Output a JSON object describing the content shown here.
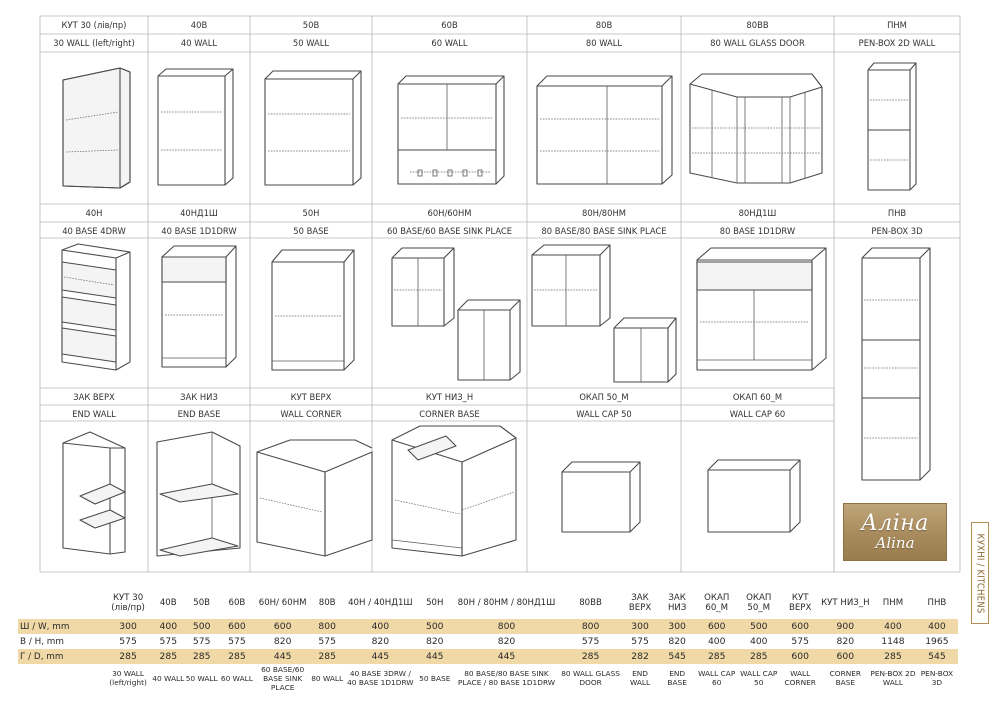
{
  "brand": {
    "line1": "Аліна",
    "line2": "Alina"
  },
  "side_tab": "КУХНІ / KITCHENS",
  "cells": [
    {
      "code": "КУТ 30 (лів/пр)",
      "name": "30 WALL (left/right)"
    },
    {
      "code": "40В",
      "name": "40 WALL"
    },
    {
      "code": "50В",
      "name": "50 WALL"
    },
    {
      "code": "60В",
      "name": "60 WALL"
    },
    {
      "code": "80В",
      "name": "80 WALL"
    },
    {
      "code": "80ВВ",
      "name": "80 WALL GLASS DOOR"
    },
    {
      "code": "ПНМ",
      "name": "PEN-BOX 2D WALL"
    },
    {
      "code": "40Н",
      "name": "40 BASE 4DRW"
    },
    {
      "code": "40НД1Ш",
      "name": "40 BASE 1D1DRW"
    },
    {
      "code": "50Н",
      "name": "50 BASE"
    },
    {
      "code": "60Н/60НМ",
      "name": "60 BASE/60 BASE SINK PLACE"
    },
    {
      "code": "80Н/80НМ",
      "name": "80 BASE/80 BASE SINK PLACE"
    },
    {
      "code": "80НД1Ш",
      "name": "80 BASE 1D1DRW"
    },
    {
      "code": "ПНВ",
      "name": "PEN-BOX 3D"
    },
    {
      "code": "ЗАК ВЕРХ",
      "name": "END WALL"
    },
    {
      "code": "ЗАК НИЗ",
      "name": "END BASE"
    },
    {
      "code": "КУТ ВЕРХ",
      "name": "WALL CORNER"
    },
    {
      "code": "КУТ НИЗ_Н",
      "name": "CORNER BASE"
    },
    {
      "code": "ОКАП 50_М",
      "name": "WALL CAP 50"
    },
    {
      "code": "ОКАП 60_М",
      "name": "WALL CAP 60"
    }
  ],
  "table": {
    "columns": [
      {
        "code": "КУТ 30 (лів/пр)",
        "w": "300",
        "h": "575",
        "d": "285",
        "name": "30 WALL (left/right)"
      },
      {
        "code": "40В",
        "w": "400",
        "h": "575",
        "d": "285",
        "name": "40 WALL"
      },
      {
        "code": "50В",
        "w": "500",
        "h": "575",
        "d": "285",
        "name": "50 WALL"
      },
      {
        "code": "60В",
        "w": "600",
        "h": "575",
        "d": "285",
        "name": "60 WALL"
      },
      {
        "code": "60Н/ 60НМ",
        "w": "600",
        "h": "820",
        "d": "445",
        "name": "60 BASE/60 BASE SINK PLACE"
      },
      {
        "code": "80В",
        "w": "800",
        "h": "575",
        "d": "285",
        "name": "80 WALL"
      },
      {
        "code": "40Н / 40НД1Ш",
        "w": "400",
        "h": "820",
        "d": "445",
        "name": "40 BASE 3DRW / 40 BASE 1D1DRW"
      },
      {
        "code": "50Н",
        "w": "500",
        "h": "820",
        "d": "445",
        "name": "50 BASE"
      },
      {
        "code": "80Н / 80НМ / 80НД1Ш",
        "w": "800",
        "h": "820",
        "d": "445",
        "name": "80 BASE/80 BASE SINK PLACE / 80 BASE 1D1DRW"
      },
      {
        "code": "80ВВ",
        "w": "800",
        "h": "575",
        "d": "285",
        "name": "80 WALL GLASS DOOR"
      },
      {
        "code": "ЗАК ВЕРХ",
        "w": "300",
        "h": "575",
        "d": "282",
        "name": "END WALL"
      },
      {
        "code": "ЗАК НИЗ",
        "w": "300",
        "h": "820",
        "d": "545",
        "name": "END BASE"
      },
      {
        "code": "ОКАП 60_М",
        "w": "600",
        "h": "400",
        "d": "285",
        "name": "WALL CAP 60"
      },
      {
        "code": "ОКАП 50_М",
        "w": "500",
        "h": "400",
        "d": "285",
        "name": "WALL CAP 50"
      },
      {
        "code": "КУТ ВЕРХ",
        "w": "600",
        "h": "575",
        "d": "600",
        "name": "WALL CORNER"
      },
      {
        "code": "КУТ НИЗ_Н",
        "w": "900",
        "h": "820",
        "d": "600",
        "name": "CORNER BASE"
      },
      {
        "code": "ПНМ",
        "w": "400",
        "h": "1148",
        "d": "285",
        "name": "PEN-BOX 2D WALL"
      },
      {
        "code": "ПНВ",
        "w": "400",
        "h": "1965",
        "d": "545",
        "name": "PEN-BOX 3D"
      }
    ],
    "row_labels": {
      "w": "Ш / W, mm",
      "h": "В / H, mm",
      "d": "Г / D, mm"
    }
  }
}
